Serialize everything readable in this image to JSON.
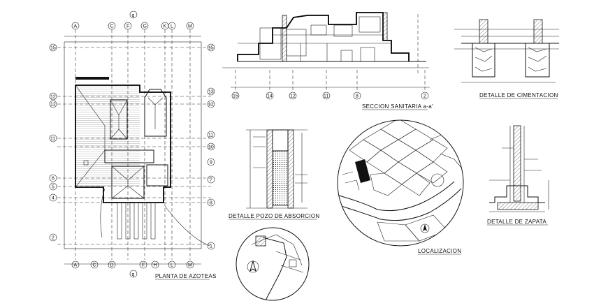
{
  "drawings": {
    "roof_plan": {
      "title": "PLANTA DE AZOTEAS",
      "top_axes": [
        "A",
        "C",
        "F",
        "G",
        "K",
        "L",
        "M"
      ],
      "bottom_axes": [
        "A",
        "C",
        "D",
        "F",
        "H",
        "L",
        "M"
      ],
      "left_axes": [
        "15",
        "12",
        "12",
        "11",
        "6",
        "5",
        "4",
        "2"
      ],
      "right_axes": [
        "15",
        "13",
        "12",
        "11",
        "10",
        "9",
        "7",
        "3",
        "1"
      ]
    },
    "section": {
      "title": "SECCION SANITARIA a-a'",
      "axes": [
        "15",
        "14",
        "12",
        "11",
        "8",
        "2"
      ]
    },
    "foundation_detail": {
      "title": "DETALLE DE CIMENTACION"
    },
    "absorption_well": {
      "title": "DETALLE POZO DE ABSORCION"
    },
    "location": {
      "title": "LOCALIZACION"
    },
    "footing_detail": {
      "title": "DETALLE DE ZAPATA"
    }
  }
}
